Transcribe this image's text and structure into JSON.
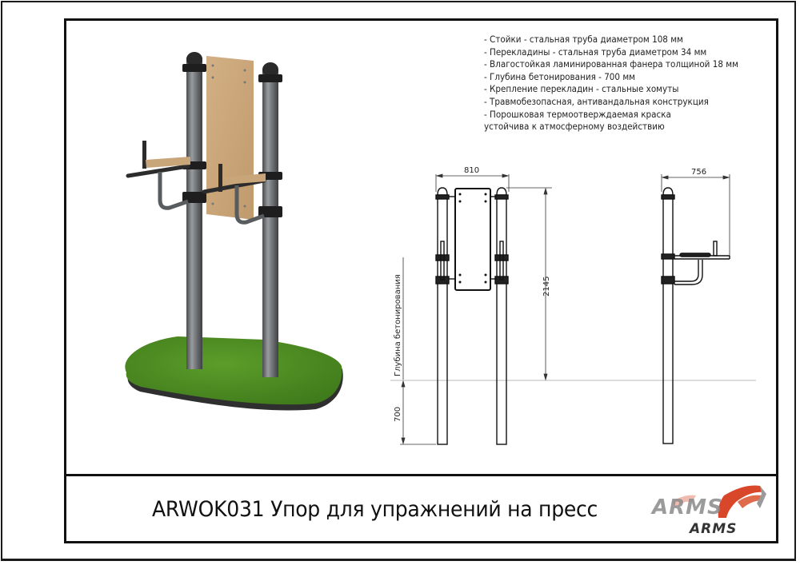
{
  "document": {
    "title": "ARWOK031 Упор для упражнений на пресс",
    "product_code": "ARWOK031",
    "product_name": "Упор для упражнений на пресс"
  },
  "specs": [
    "- Стойки - стальная труба диаметром 108 мм",
    "- Перекладины - стальная труба диаметром 34 мм",
    "- Влагостойкая ламинированная фанера толщиной 18 мм",
    "- Глубина бетонирования - 700 мм",
    "- Крепление перекладин - стальные хомуты",
    "- Травмобезопасная, антивандальная конструкция",
    "- Порошковая термоотверждаемая краска",
    "устойчива к атмосферному воздействию"
  ],
  "front_view": {
    "width_dim": "810",
    "height_dim": "2145",
    "depth_dim": "700",
    "depth_label": "Глубина бетонирования"
  },
  "side_view": {
    "depth_dim": "756"
  },
  "logo": {
    "brand": "ARMS",
    "brand_small": "ARMS",
    "accent_color": "#d9472b",
    "gray_color": "#8a8a8a"
  },
  "colors": {
    "pole": "#6f7275",
    "board": "#c9a57a",
    "grass": "#4e8e22",
    "clamp": "#1e1e1e"
  }
}
